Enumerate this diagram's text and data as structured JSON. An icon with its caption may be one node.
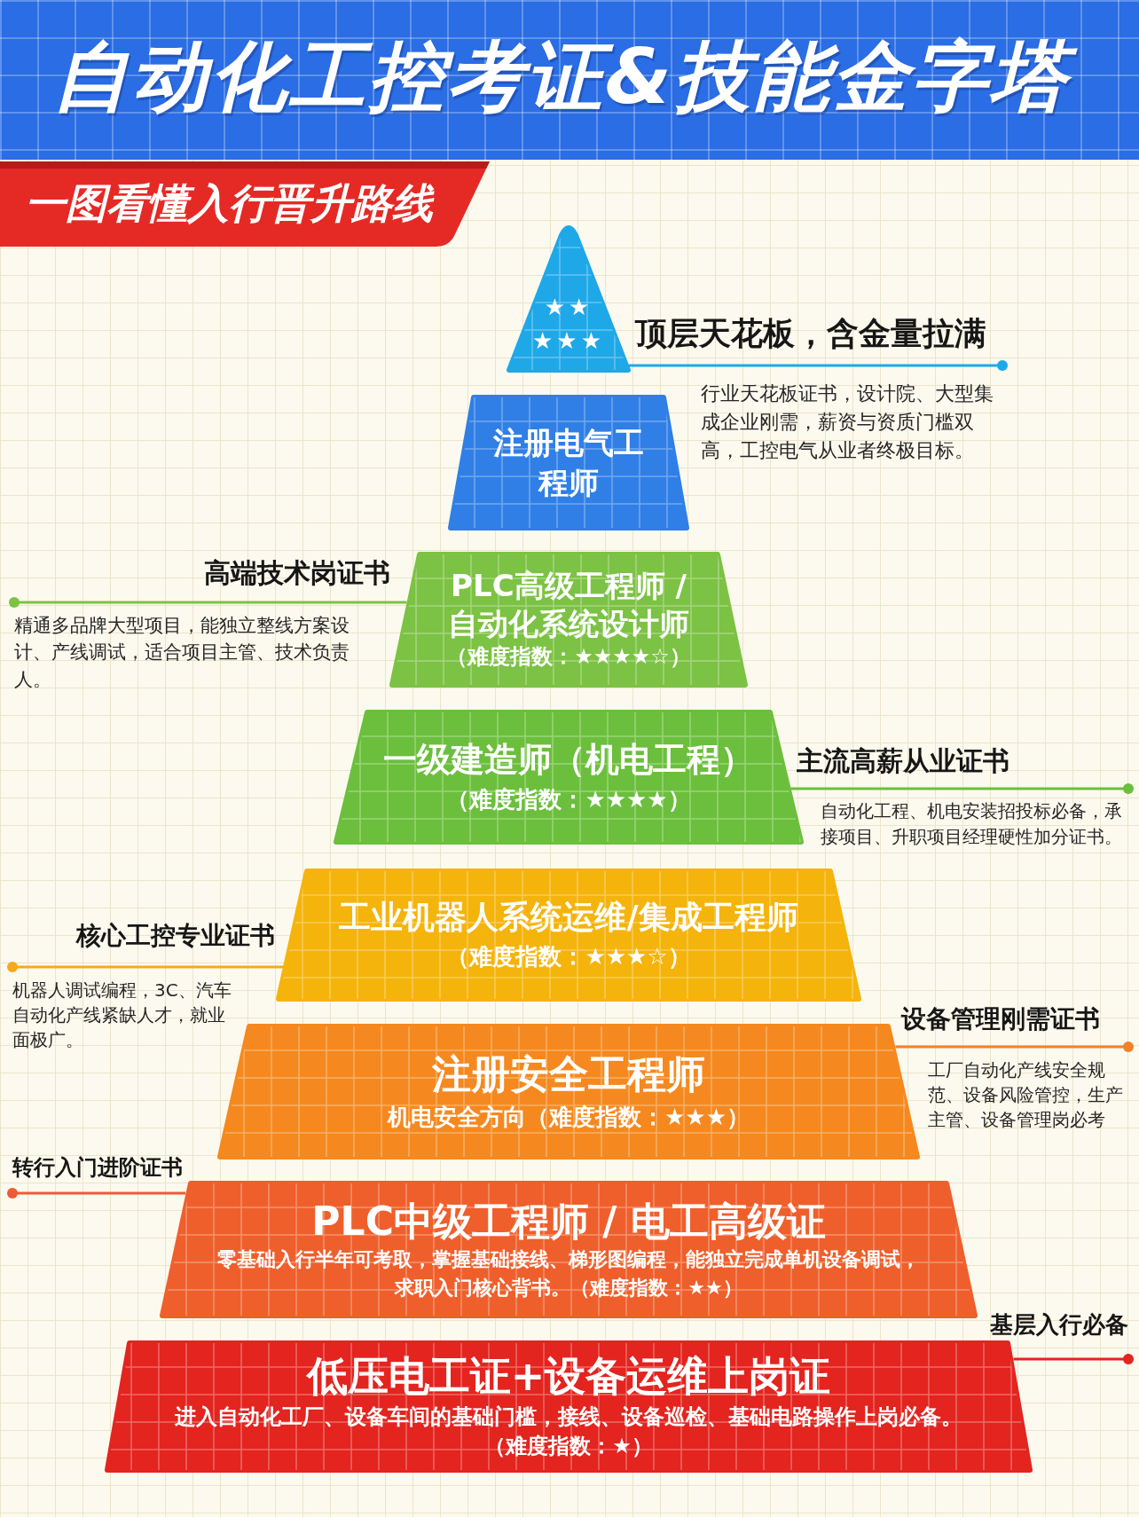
{
  "diagram": {
    "title": "自动化工控考证&技能金字塔",
    "nodes": [
      {
        "text": [
          "一图看懂入行晋升路线"
        ]
      },
      {
        "text": [
          "★★",
          "★★★"
        ]
      },
      {
        "text": [
          "顶层天花板，含金量拉满",
          "行业天花板证书，设计院、大型集成企业刚需，薪资与资质门槛双高，工控电气从业者终极目标。"
        ]
      },
      {
        "text": [
          "注册电气工程师"
        ]
      },
      {
        "text": [
          "高端技术岗证书",
          "精通多品牌大型项目，能独立整线方案设计、产线调试，适合项目主管、技术负责人。"
        ]
      },
      {
        "text": [
          "PLC高级工程师 / 自动化系统设计师",
          "（难度指数：★★★★☆）"
        ]
      },
      {
        "text": [
          "一级建造师（机电工程）",
          "（难度指数：★★★★）"
        ]
      },
      {
        "text": [
          "主流高薪从业证书",
          "自动化工程、机电安装招投标必备，承接项目、升职项目经理硬性加分证书。"
        ]
      },
      {
        "text": [
          "工业机器人系统运维/集成工程师",
          "（难度指数：★★★☆）"
        ]
      },
      {
        "text": [
          "核心工控专业证书",
          "机器人调试编程，3C、汽车自动化产线紧缺人才，就业面极广。"
        ]
      },
      {
        "text": [
          "设备管理刚需证书",
          "工厂自动化产线安全规范、设备风险管控，生产主管、设备管理岗必考"
        ]
      },
      {
        "text": [
          "注册安全工程师",
          "机电安全方向（难度指数：★★★）"
        ]
      },
      {
        "text": [
          "PLC中级工程师 / 电工高级证",
          "零基础入行半年可考取，掌握基础接线、梯形图编程，能独立完成单机设备调试，求职入门核心背书。（难度指数：★★）"
        ]
      },
      {
        "text": [
          "转行入门进阶证书"
        ]
      },
      {
        "text": [
          "基层入行必备"
        ]
      },
      {
        "text": [
          "低压电工证+设备运维上岗证",
          "进入自动化工厂、设备车间的基础门槛，接线、设备巡检、基础电路操作上岗必备。",
          "（难度指数：★）"
        ]
      }
    ],
    "edges": [
      {
        "from": 2,
        "to": 1,
        "arrow": "other",
        "color": "#1ea8e8"
      },
      {
        "from": 4,
        "to": 5,
        "arrow": "other",
        "color": "#7cc244"
      },
      {
        "from": 7,
        "to": 6,
        "arrow": "other",
        "color": "#6bbf3c"
      },
      {
        "from": 9,
        "to": 8,
        "arrow": "other",
        "color": "#f5a91c"
      },
      {
        "from": 10,
        "to": 11,
        "arrow": "other",
        "color": "#f2812a"
      },
      {
        "from": 13,
        "to": 12,
        "arrow": "other",
        "color": "#ee5a35"
      },
      {
        "from": 14,
        "to": 15,
        "arrow": "other",
        "color": "#e3241f"
      }
    ]
  }
}
